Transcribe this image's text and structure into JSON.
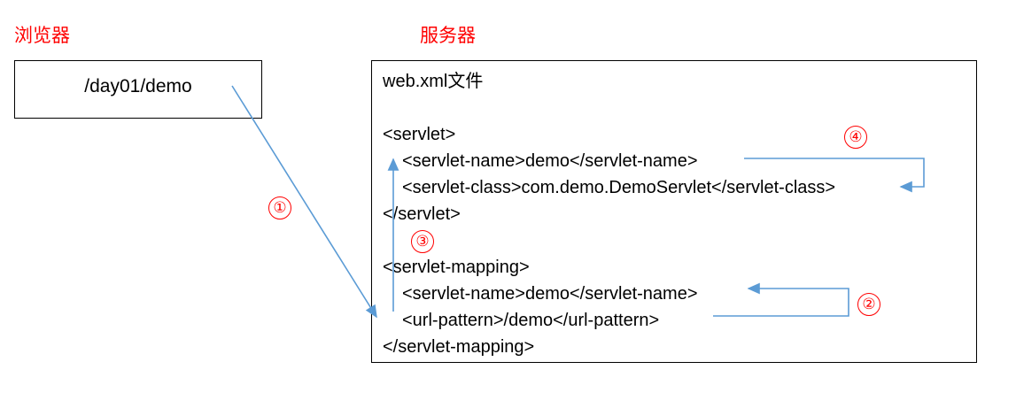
{
  "diagram": {
    "title_browser": "浏览器",
    "title_server": "服务器",
    "accent_red": "#FF0000",
    "accent_blue": "#5B9BD5",
    "outline_black": "#000000"
  },
  "browser": {
    "url": "/day01/demo"
  },
  "server": {
    "file_heading": "web.xml文件",
    "code_lines": [
      "web.xml文件",
      "",
      "<servlet>",
      "<servlet-name>demo</servlet-name>",
      "<servlet-class>com.demo.DemoServlet</servlet-class>",
      "</servlet>",
      "",
      "<servlet-mapping>",
      "<servlet-name>demo</servlet-name>",
      "<url-pattern>/demo</url-pattern>",
      "</servlet-mapping>"
    ],
    "line_servlet_open": "<servlet>",
    "line_servlet_name_1": "<servlet-name>demo</servlet-name>",
    "line_servlet_class": "<servlet-class>com.demo.DemoServlet</servlet-class>",
    "line_servlet_close": "</servlet>",
    "line_mapping_open": "<servlet-mapping>",
    "line_servlet_name_2": "<servlet-name>demo</servlet-name>",
    "line_url_pattern": "<url-pattern>/demo</url-pattern>",
    "line_mapping_close": "</servlet-mapping>"
  },
  "annotations": {
    "step1": "①",
    "step2": "②",
    "step3": "③",
    "step4": "④"
  }
}
